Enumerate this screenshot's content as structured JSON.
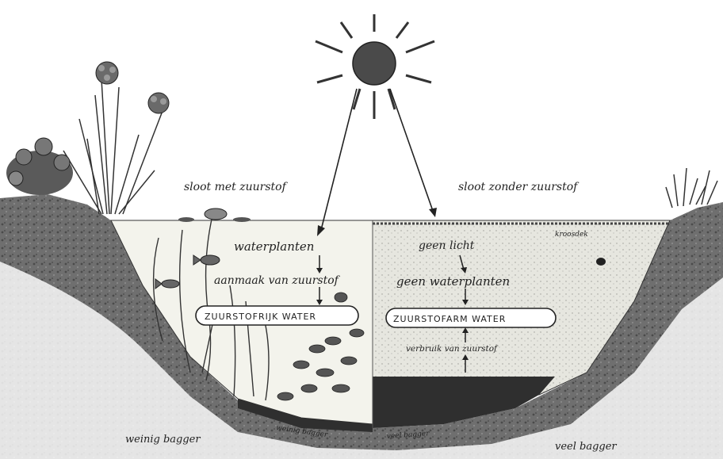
{
  "labels": {
    "left_title": "sloot met zuurstof",
    "right_title": "sloot zonder zuurstof",
    "waterplants": "waterplanten",
    "oxygen_production": "aanmaak van zuurstof",
    "oxygen_rich": "ZUURSTOFRIJK WATER",
    "duckweed": "kroosdek",
    "no_light": "geen licht",
    "no_waterplants": "geen waterplanten",
    "oxygen_poor": "ZUURSTOFARM WATER",
    "oxygen_use": "verbruik van zuurstof",
    "little_mud_outside": "weinig bagger",
    "little_mud_inside": "weinig bagger",
    "much_mud_inside": "veel bagger",
    "much_mud_outside": "veel bagger"
  },
  "colors": {
    "ink": "#222222",
    "sun": "#4a4a4a",
    "soil": "#6f6f6f",
    "soil_dark": "#3d3d3d",
    "water_left": "#f1f1ea",
    "water_right": "#e6e6df",
    "mud": "#2f2f2f"
  }
}
